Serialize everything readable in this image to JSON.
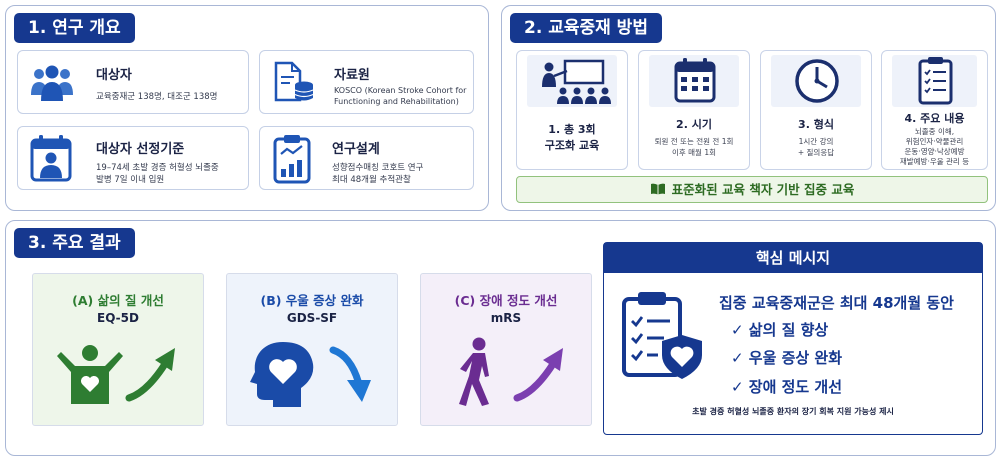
{
  "overview": {
    "title": "1. 연구 개요",
    "subjects": {
      "title": "대상자",
      "desc": "교육중재군 138명, 대조군 138명"
    },
    "source": {
      "title": "자료원",
      "desc": "KOSCO (Korean Stroke Cohort for Functioning and Rehabilitation)"
    },
    "criteria": {
      "title": "대상자 선정기준",
      "desc1": "19–74세 초발 경증 허혈성 뇌졸중",
      "desc2": "발병 7일 이내 입원"
    },
    "design": {
      "title": "연구설계",
      "desc1": "성향점수매칭 코호트 연구",
      "desc2": "최대 48개월 추적관찰"
    }
  },
  "method": {
    "title": "2. 교육중재 방법",
    "items": [
      {
        "line1": "1. 총 3회",
        "line2": "구조화 교육",
        "icon": "teacher-icon"
      },
      {
        "line1": "2. 시기",
        "desc1": "퇴원 전 또는 전원 전 1회",
        "desc2": "이후 매월 1회",
        "icon": "calendar-icon"
      },
      {
        "line1": "3. 형식",
        "desc1": "1시간 강의",
        "desc2": "+ 질의응답",
        "icon": "clock-icon"
      },
      {
        "line1": "4. 주요 내용",
        "desc1": "뇌졸중 이해,",
        "desc2": "위험인자·약물관리",
        "desc3": "운동·영양·낙상예방",
        "desc4": "재발예방·우울 관리 등",
        "icon": "checklist-icon"
      }
    ],
    "banner": "표준화된 교육 책자 기반 집중 교육"
  },
  "results": {
    "title": "3. 주요 결과",
    "cards": [
      {
        "title": "(A) 삶의 질 개선",
        "scale": "EQ-5D",
        "color": "#2e7d32",
        "bg": "#eef6ea",
        "trend": "up"
      },
      {
        "title": "(B) 우울 증상 완화",
        "scale": "GDS-SF",
        "color": "#1a4ba8",
        "bg": "#eef3fb",
        "trend": "down"
      },
      {
        "title": "(C) 장애 정도 개선",
        "scale": "mRS",
        "color": "#6a2c91",
        "bg": "#f4eff9",
        "trend": "up"
      }
    ]
  },
  "key": {
    "title": "핵심 메시지",
    "lead": "집중 교육중재군은 최대 48개월 동안",
    "points": [
      "✓ 삶의 질 향상",
      "✓ 우울 증상 완화",
      "✓ 장애 정도 개선"
    ],
    "footer": "초발 경증 허혈성 뇌졸중 환자의 장기 회복 지원 가능성 제시"
  }
}
